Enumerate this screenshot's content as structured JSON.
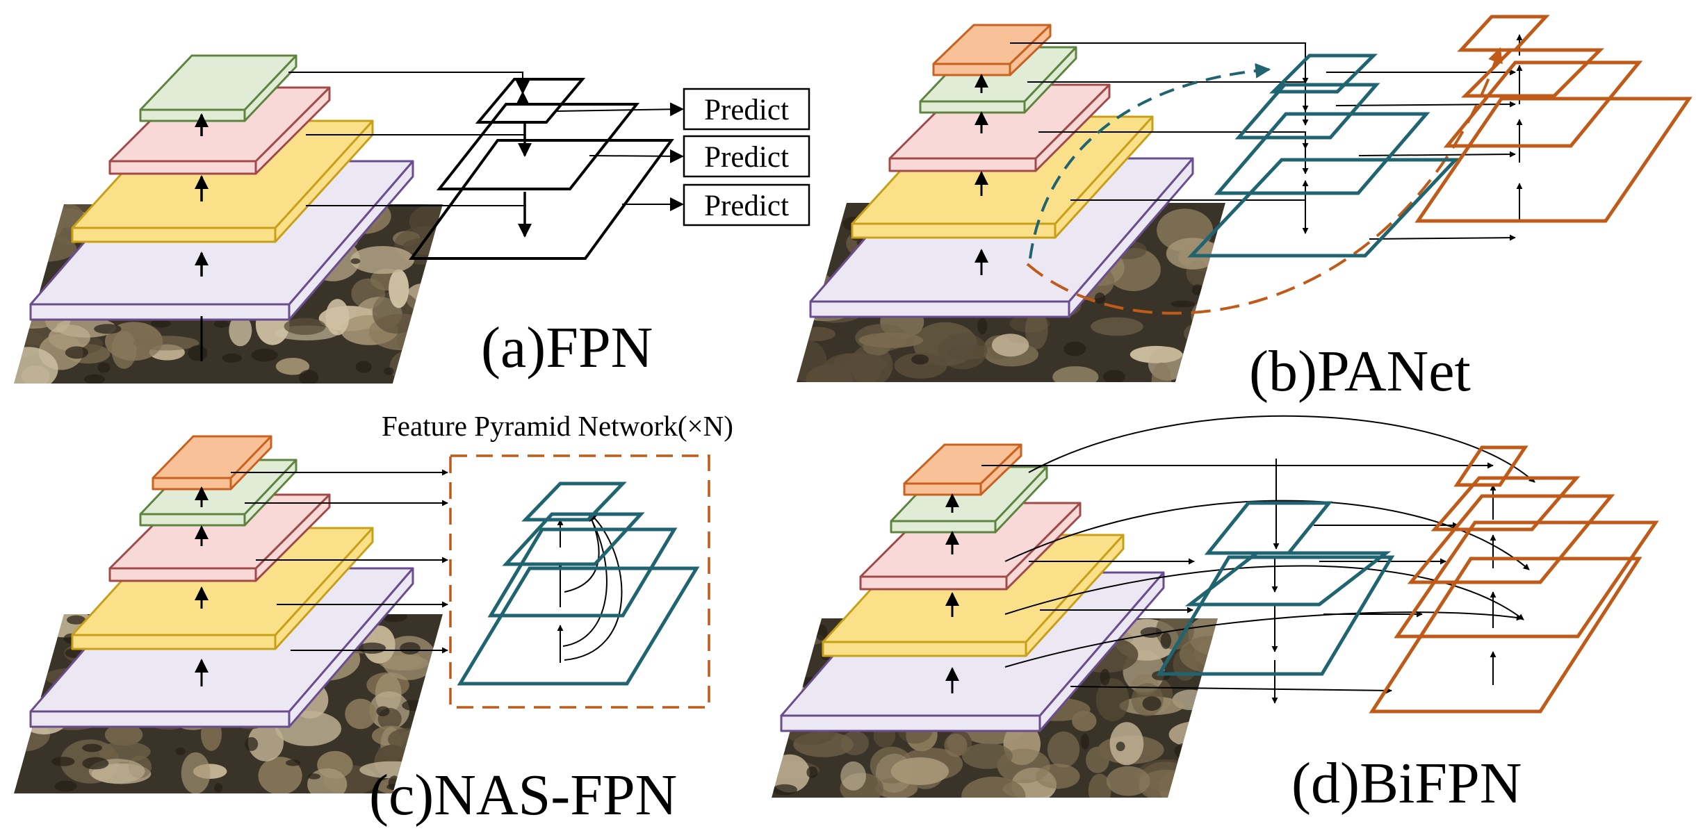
{
  "panels": {
    "a": {
      "caption": "(a)FPN",
      "predict_labels": [
        "Predict",
        "Predict",
        "Predict"
      ]
    },
    "b": {
      "caption": "(b)PANet"
    },
    "c": {
      "caption": "(c)NAS-FPN",
      "block_title": "Feature Pyramid Network(×N)"
    },
    "d": {
      "caption": "(d)BiFPN"
    }
  },
  "colors": {
    "level_purple_fill": "#ece8f3",
    "level_purple_edge": "#6a4d8e",
    "level_yellow_fill": "#fbe08a",
    "level_yellow_edge": "#c8a018",
    "level_pink_fill": "#f8d9d8",
    "level_pink_edge": "#a04a4a",
    "level_green_fill": "#e1ecd6",
    "level_green_edge": "#5f8440",
    "level_orange_fill": "#f9c198",
    "level_orange_edge": "#c8621e",
    "teal": "#1f6470",
    "rust": "#bf5a18",
    "black": "#000000"
  }
}
